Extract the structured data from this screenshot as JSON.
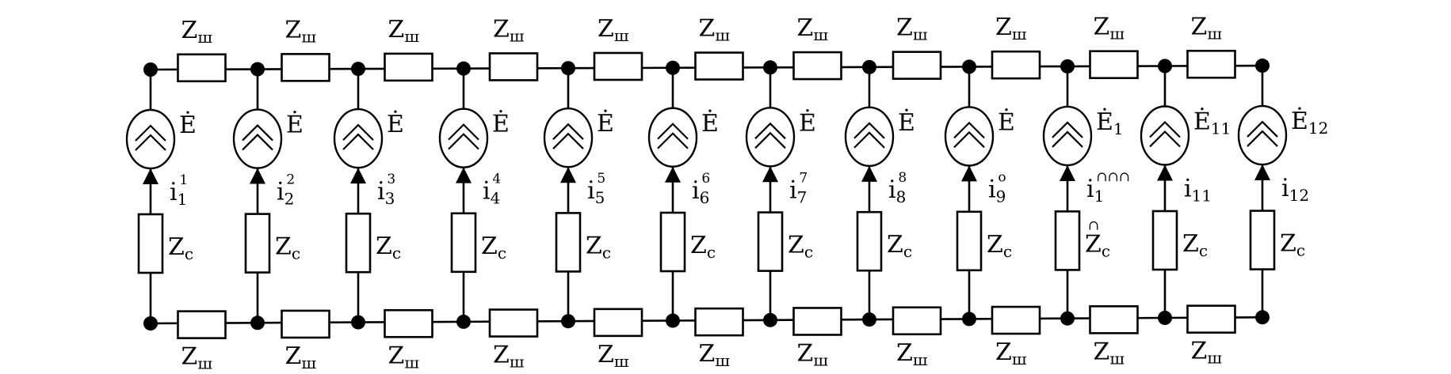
{
  "diagram": {
    "title": "Ladder equivalent circuit with 12 EMF sources",
    "colors": {
      "line": "#000000",
      "background": "#ffffff"
    },
    "series_impedance_label": {
      "base": "Z",
      "sub": "ш"
    },
    "columns": [
      {
        "emf": {
          "base": "Ė",
          "sub": ""
        },
        "current": {
          "base": "i̇",
          "sub": "1",
          "sup": "1"
        },
        "shunt": {
          "base": "Z",
          "sub": "c",
          "mark": ""
        }
      },
      {
        "emf": {
          "base": "Ė",
          "sub": ""
        },
        "current": {
          "base": "i̇",
          "sub": "2",
          "sup": "2"
        },
        "shunt": {
          "base": "Z",
          "sub": "c",
          "mark": ""
        }
      },
      {
        "emf": {
          "base": "Ė",
          "sub": ""
        },
        "current": {
          "base": "i̇",
          "sub": "3",
          "sup": "3"
        },
        "shunt": {
          "base": "Z",
          "sub": "c",
          "mark": ""
        }
      },
      {
        "emf": {
          "base": "Ė",
          "sub": ""
        },
        "current": {
          "base": "i̇",
          "sub": "4",
          "sup": "4"
        },
        "shunt": {
          "base": "Z",
          "sub": "c",
          "mark": ""
        }
      },
      {
        "emf": {
          "base": "Ė",
          "sub": ""
        },
        "current": {
          "base": "i̇",
          "sub": "5",
          "sup": "5"
        },
        "shunt": {
          "base": "Z",
          "sub": "c",
          "mark": ""
        }
      },
      {
        "emf": {
          "base": "Ė",
          "sub": ""
        },
        "current": {
          "base": "i̇",
          "sub": "6",
          "sup": "6"
        },
        "shunt": {
          "base": "Z",
          "sub": "c",
          "mark": ""
        }
      },
      {
        "emf": {
          "base": "Ė",
          "sub": ""
        },
        "current": {
          "base": "i̇",
          "sub": "7",
          "sup": "7"
        },
        "shunt": {
          "base": "Z",
          "sub": "c",
          "mark": ""
        }
      },
      {
        "emf": {
          "base": "Ė",
          "sub": ""
        },
        "current": {
          "base": "i̇",
          "sub": "8",
          "sup": "8"
        },
        "shunt": {
          "base": "Z",
          "sub": "c",
          "mark": ""
        }
      },
      {
        "emf": {
          "base": "Ė",
          "sub": ""
        },
        "current": {
          "base": "i̇",
          "sub": "9",
          "sup": "o"
        },
        "shunt": {
          "base": "Z",
          "sub": "c",
          "mark": ""
        }
      },
      {
        "emf": {
          "base": "Ė",
          "sub": "1"
        },
        "current": {
          "base": "i̇",
          "sub": "1",
          "sup": "∩∩∩"
        },
        "shunt": {
          "base": "Z",
          "sub": "c",
          "mark": "∩"
        }
      },
      {
        "emf": {
          "base": "Ė",
          "sub": "11"
        },
        "current": {
          "base": "i̇",
          "sub": "11",
          "sup": ""
        },
        "shunt": {
          "base": "Z",
          "sub": "c",
          "mark": ""
        }
      },
      {
        "emf": {
          "base": "Ė",
          "sub": "12"
        },
        "current": {
          "base": "i̇",
          "sub": "12",
          "sup": ""
        },
        "shunt": {
          "base": "Z",
          "sub": "c",
          "mark": ""
        }
      }
    ],
    "top_series_count": 11,
    "bottom_series_count": 11,
    "icons": {
      "source": "dependent-source-icon (ellipse with double chevron)",
      "node": "junction-dot-icon",
      "current_arrow": "arrow-up-icon"
    }
  }
}
